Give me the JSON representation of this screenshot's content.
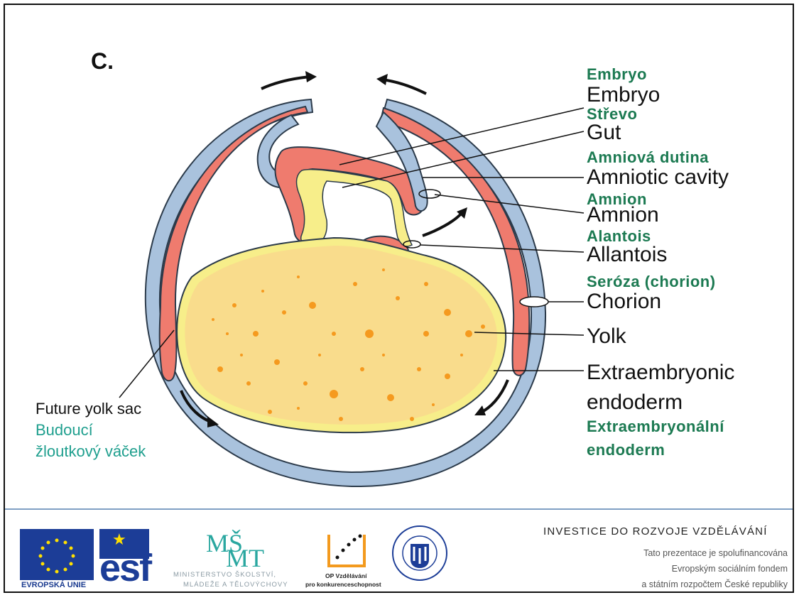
{
  "panel_letter": "C.",
  "labels": {
    "embryo_cz": "Embryo",
    "embryo_en": "Embryo",
    "gut_cz": "Střevo",
    "gut_en": "Gut",
    "amniotic_cz": "Amniová dutina",
    "amniotic_en": "Amniotic cavity",
    "amnion_cz": "Amnion",
    "amnion_en": "Amnion",
    "allantois_cz": "Alantois",
    "allantois_en": "Allantois",
    "chorion_cz": "Seróza (chorion)",
    "chorion_en": "Chorion",
    "yolk_en": "Yolk",
    "extra_en_1": "Extraembryonic",
    "extra_en_2": "endoderm",
    "extra_cz_1": "Extraembryonální",
    "extra_cz_2": "endoderm"
  },
  "side_label": {
    "en": "Future yolk sac",
    "cz_1": "Budoucí",
    "cz_2": "žloutkový váček"
  },
  "colors": {
    "serosa_blue": "#a9c2dd",
    "amnion_red": "#ef7b6e",
    "endoderm_yellow": "#f7ee8a",
    "yolk_fill": "#f9dc8c",
    "yolk_spots": "#f59a1f",
    "label_green": "#1c7a52",
    "side_teal": "#1f9f8e"
  },
  "footer": {
    "eu_label": "EVROPSKÁ UNIE",
    "esf_label": "esf",
    "msmt_line1": "MINISTERSTVO ŠKOLSTVÍ,",
    "msmt_line2": "MLÁDEŽE A TĚLOVÝCHOVY",
    "op_line1": "OP Vzdělávání",
    "op_line2": "pro konkurenceschopnost",
    "title": "INVESTICE DO ROZVOJE VZDĚLÁVÁNÍ",
    "line1": "Tato prezentace je spolufinancována",
    "line2": "Evropským sociálním fondem",
    "line3": "a státním rozpočtem České republiky"
  }
}
